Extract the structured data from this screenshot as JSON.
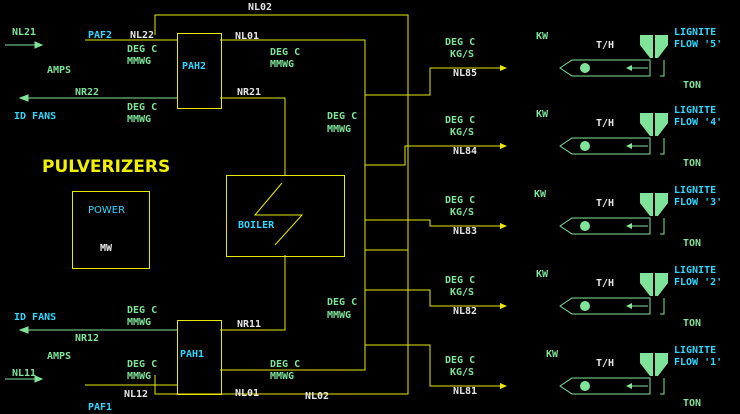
{
  "title": "PULVERIZERS",
  "left": {
    "nl21": "NL21",
    "paf2": "PAF2",
    "nl22": "NL22",
    "amps_top": "AMPS",
    "nr22": "NR22",
    "id_fans_top": "ID FANS",
    "id_fans_bottom": "ID FANS",
    "nr12": "NR12",
    "amps_bottom": "AMPS",
    "nl11": "NL11",
    "nl12": "NL12",
    "paf1": "PAF1"
  },
  "power": {
    "label": "POWER",
    "unit": "MW"
  },
  "boiler": {
    "label": "BOILER"
  },
  "pah2": {
    "label": "PAH2",
    "nl01": "NL01",
    "nr21": "NR21"
  },
  "pah1": {
    "label": "PAH1",
    "nr11": "NR11",
    "nl01": "NL01"
  },
  "lines": {
    "nl02_top": "NL02",
    "nl02_bottom": "NL02"
  },
  "readings": {
    "deg_c": "DEG C",
    "mmwg": "MMWG",
    "kg_s": "KG/S"
  },
  "feeders": [
    {
      "line": "NL85",
      "kw": "KW",
      "th": "T/H",
      "lignite": "LIGNITE",
      "flow": "FLOW '5'",
      "ton": "TON"
    },
    {
      "line": "NL84",
      "kw": "KW",
      "th": "T/H",
      "lignite": "LIGNITE",
      "flow": "FLOW '4'",
      "ton": "TON"
    },
    {
      "line": "NL83",
      "kw": "KW",
      "th": "T/H",
      "lignite": "LIGNITE",
      "flow": "FLOW '3'",
      "ton": "TON"
    },
    {
      "line": "NL82",
      "kw": "KW",
      "th": "T/H",
      "lignite": "LIGNITE",
      "flow": "FLOW '2'",
      "ton": "TON"
    },
    {
      "line": "NL81",
      "kw": "KW",
      "th": "T/H",
      "lignite": "LIGNITE",
      "flow": "FLOW '1'",
      "ton": "TON"
    }
  ],
  "colors": {
    "line": "#e8e800",
    "label": "#7fe39a",
    "cyan": "#33d6ff"
  }
}
